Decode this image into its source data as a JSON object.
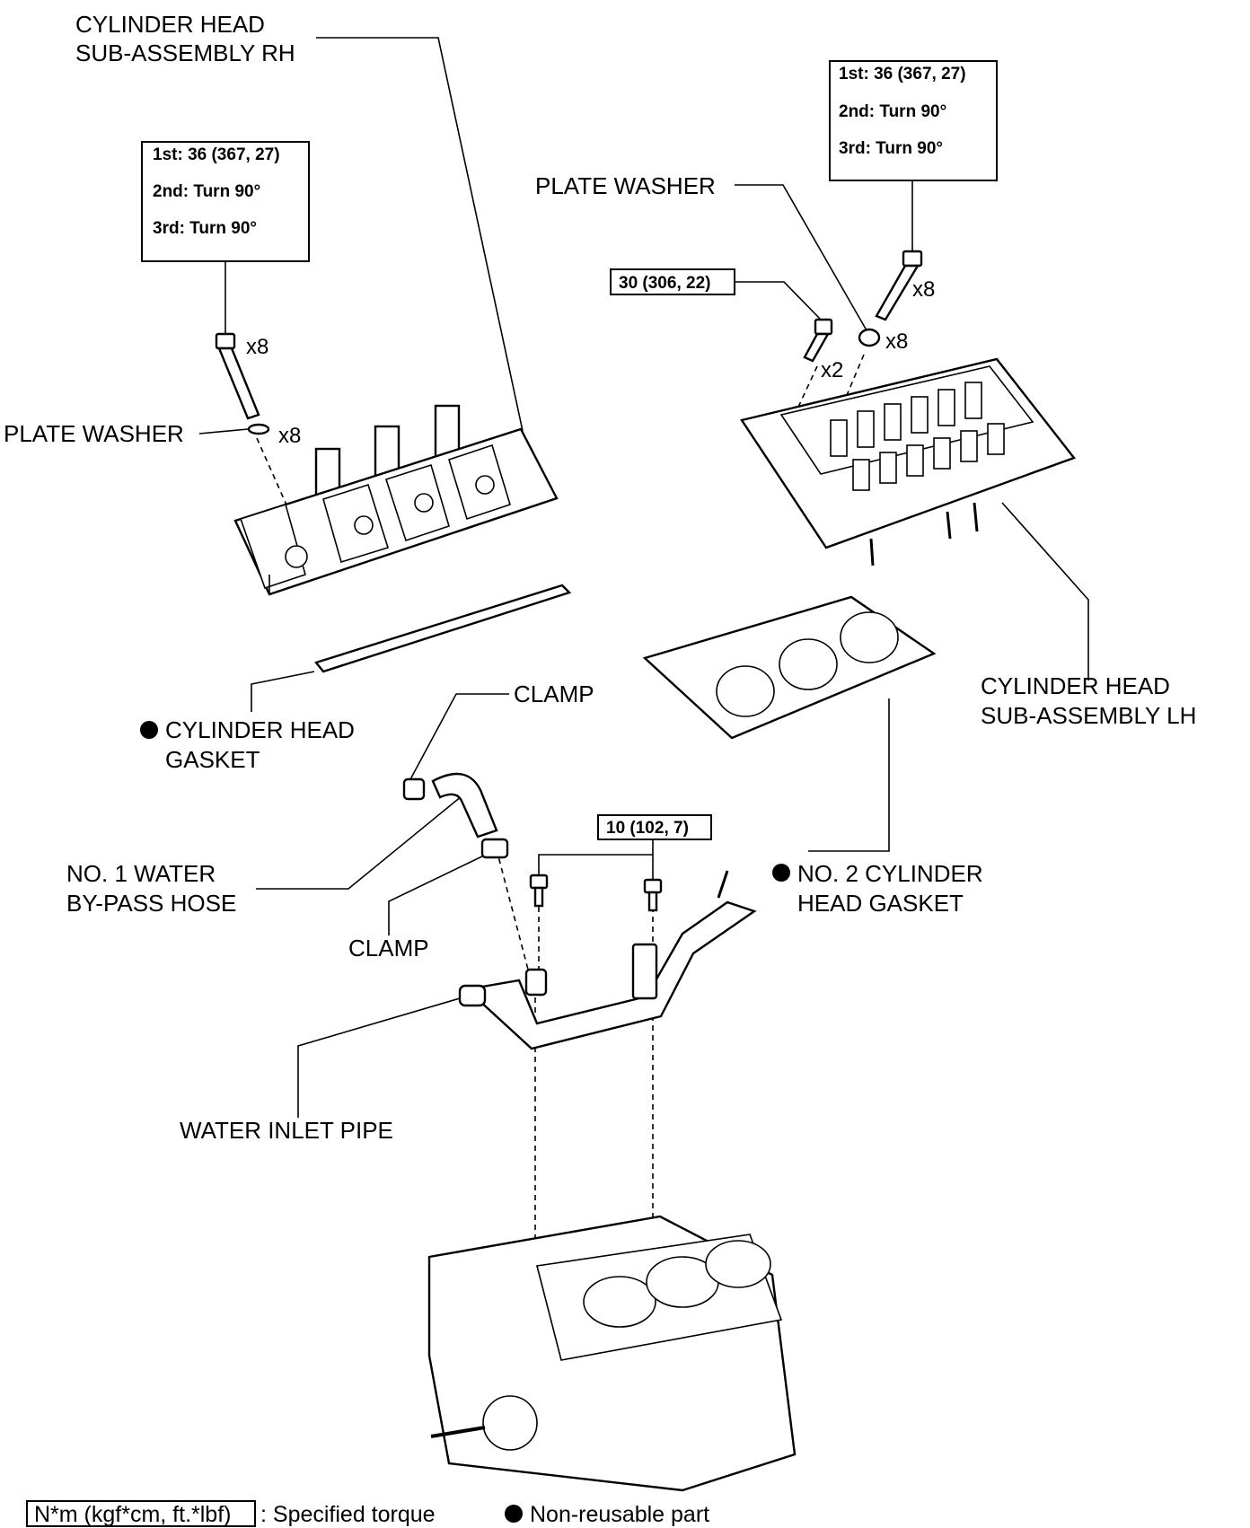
{
  "labels": {
    "cylinder_head_rh": [
      "CYLINDER HEAD",
      "SUB-ASSEMBLY RH"
    ],
    "cylinder_head_lh": [
      "CYLINDER HEAD",
      "SUB-ASSEMBLY LH"
    ],
    "plate_washer_left": "PLATE WASHER",
    "plate_washer_right": "PLATE WASHER",
    "cylinder_head_gasket": [
      "CYLINDER HEAD",
      "GASKET"
    ],
    "no2_cylinder_head_gasket": [
      "NO. 2 CYLINDER",
      "HEAD GASKET"
    ],
    "clamp_upper": "CLAMP",
    "clamp_lower": "CLAMP",
    "no1_water_bypass_hose": [
      "NO. 1 WATER",
      "BY-PASS HOSE"
    ],
    "water_inlet_pipe": "WATER INLET PIPE"
  },
  "torque_specs": {
    "left_head_bolt": [
      "1st: 36 (367, 27)",
      "2nd: Turn 90°",
      "3rd: Turn 90°"
    ],
    "right_head_bolt": [
      "1st: 36 (367, 27)",
      "2nd: Turn 90°",
      "3rd: Turn 90°"
    ],
    "small_bolt": "30 (306, 22)",
    "water_pipe_bolt": "10 (102, 7)"
  },
  "quantities": {
    "left_bolt": "x8",
    "left_washer": "x8",
    "right_bolt": "x8",
    "right_washer": "x8",
    "small_bolt": "x2"
  },
  "legend": {
    "torque_unit": "N*m (kgf*cm, ft.*lbf)",
    "torque_desc": ": Specified torque",
    "non_reusable": "Non-reusable part"
  }
}
